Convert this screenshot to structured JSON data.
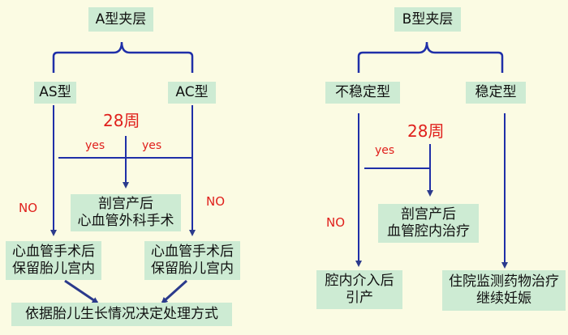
{
  "colors": {
    "background": "#fbfbe3",
    "box": "#cdebd3",
    "line": "#1f2fa8",
    "arrow": "#2b3a8c",
    "label": "#e0201c"
  },
  "left": {
    "title": "A型夹层",
    "types": [
      "AS型",
      "AC型"
    ],
    "week": "28周",
    "yes_left": "yes",
    "yes_right": "yes",
    "no_left": "NO",
    "no_right": "NO",
    "center_box": "剖宫产后\n心血管外科手术",
    "left_box": "心血管手术后\n保留胎儿宫内",
    "right_box": "心血管手术后\n保留胎儿宫内",
    "bottom_box": "依据胎儿生长情况决定处理方式"
  },
  "right": {
    "title": "B型夹层",
    "types": [
      "不稳定型",
      "稳定型"
    ],
    "week": "28周",
    "yes": "yes",
    "no": "NO",
    "center_box": "剖宫产后\n血管腔内治疗",
    "left_box": "腔内介入后\n引产",
    "right_box": "住院监测药物治疗\n继续妊娠"
  }
}
